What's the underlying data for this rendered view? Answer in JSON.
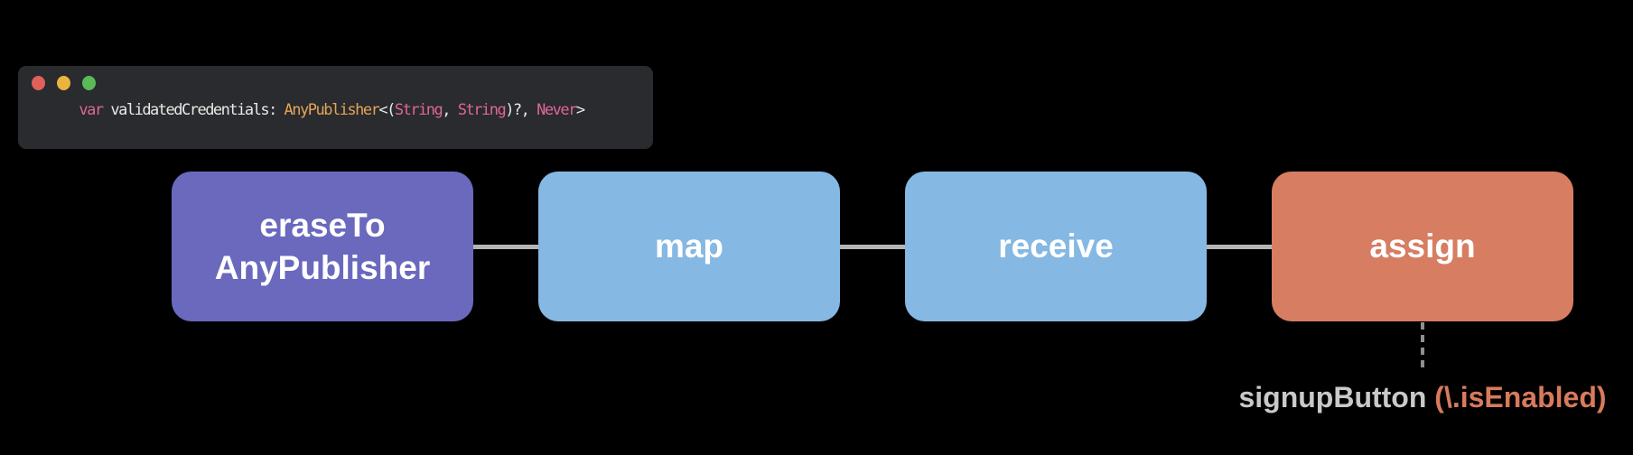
{
  "colors": {
    "background": "#000000",
    "connector": "#b5b5b5",
    "dotted_line": "#8f8f8f",
    "node_purple": "#6a69be",
    "node_blue": "#85b8e3",
    "node_orange": "#d77d62"
  },
  "code_window": {
    "background": "#292b2e",
    "traffic_lights": [
      {
        "name": "close",
        "color": "#e0605a"
      },
      {
        "name": "minimize",
        "color": "#eab43e"
      },
      {
        "name": "zoom",
        "color": "#59ba57"
      }
    ],
    "code_line": {
      "text": "var validatedCredentials: AnyPublisher<(String, String)?, Never>",
      "tokens": [
        {
          "text": "var",
          "color": "#e0659a"
        },
        {
          "text": " validatedCredentials: ",
          "color": "#e9e9e7"
        },
        {
          "text": "AnyPublisher",
          "color": "#e5a458"
        },
        {
          "text": "<(",
          "color": "#e9e9e7"
        },
        {
          "text": "String",
          "color": "#e0659a"
        },
        {
          "text": ", ",
          "color": "#e9e9e7"
        },
        {
          "text": "String",
          "color": "#e0659a"
        },
        {
          "text": ")?, ",
          "color": "#e9e9e7"
        },
        {
          "text": "Never",
          "color": "#e0659a"
        },
        {
          "text": ">",
          "color": "#e9e9e7"
        }
      ]
    }
  },
  "pipeline": {
    "nodes": [
      {
        "id": "erase-to-any-publisher",
        "label": "eraseTo\nAnyPublisher",
        "color": "#6a69be"
      },
      {
        "id": "map",
        "label": "map",
        "color": "#85b8e3"
      },
      {
        "id": "receive",
        "label": "receive",
        "color": "#85b8e3"
      },
      {
        "id": "assign",
        "label": "assign",
        "color": "#d77d62"
      }
    ]
  },
  "assign_target": {
    "name_part": {
      "text": "signupButton ",
      "color": "#c9c9c9"
    },
    "keypath_part": {
      "text": "(\\.isEnabled)",
      "color": "#d97a5d"
    }
  }
}
